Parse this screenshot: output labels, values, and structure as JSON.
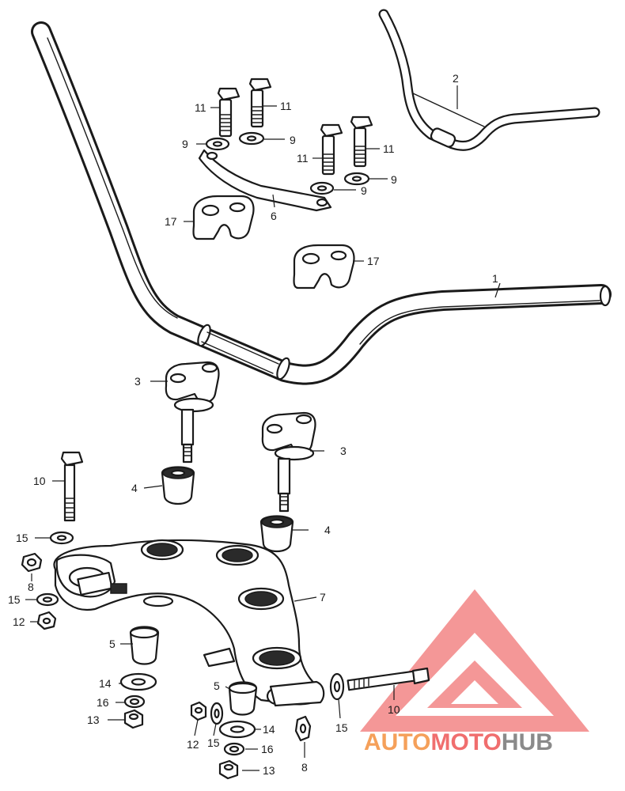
{
  "callouts": {
    "c1": "1",
    "c2": "2",
    "c3a": "3",
    "c3b": "3",
    "c4a": "4",
    "c4b": "4",
    "c5a": "5",
    "c5b": "5",
    "c6": "6",
    "c7": "7",
    "c8a": "8",
    "c8b": "8",
    "c9a": "9",
    "c9b": "9",
    "c9c": "9",
    "c9d": "9",
    "c10a": "10",
    "c10b": "10",
    "c11a": "11",
    "c11b": "11",
    "c11c": "11",
    "c11d": "11",
    "c12a": "12",
    "c12b": "12",
    "c13a": "13",
    "c13b": "13",
    "c14a": "14",
    "c14b": "14",
    "c15a": "15",
    "c15b": "15",
    "c15c": "15",
    "c15d": "15",
    "c16a": "16",
    "c16b": "16",
    "c17a": "17",
    "c17b": "17"
  },
  "watermark": {
    "part1": "AUTO",
    "part2": "MOTO",
    "part3": "HUB",
    "colors": {
      "orange": "#f5a05a",
      "red": "#f06e6e",
      "gray": "#8a8a8a"
    }
  }
}
